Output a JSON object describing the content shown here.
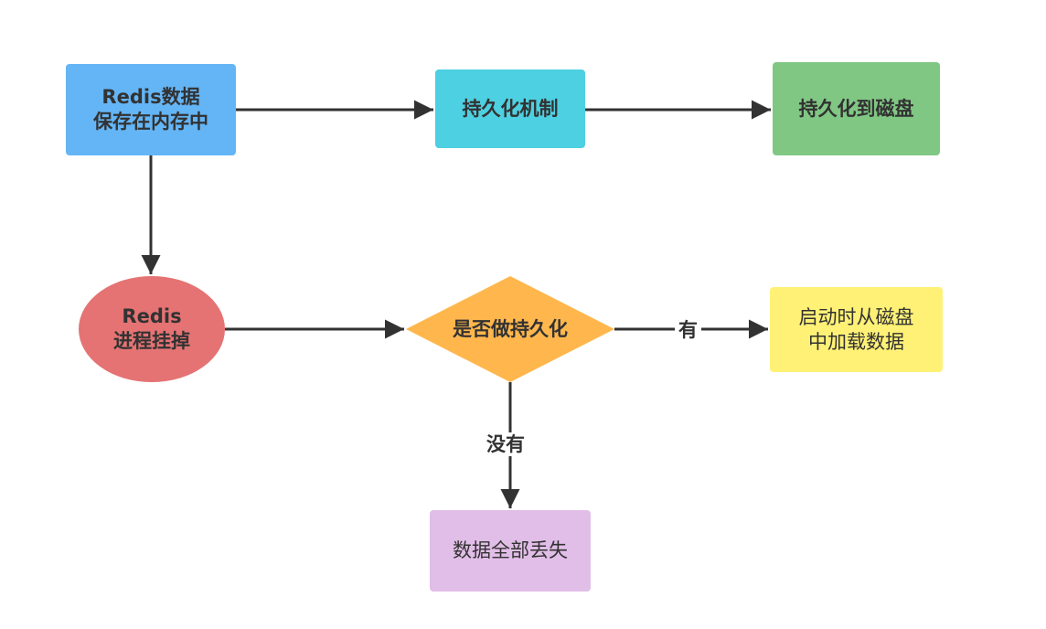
{
  "diagram": {
    "type": "flowchart",
    "nodes": [
      {
        "id": "mem",
        "shape": "rect",
        "text": "Redis数据\n保存在内存中",
        "color": "#64b5f6",
        "bold": true
      },
      {
        "id": "mech",
        "shape": "rect",
        "text": "持久化机制",
        "color": "#4dd0e1",
        "bold": true
      },
      {
        "id": "disk",
        "shape": "rect",
        "text": "持久化到磁盘",
        "color": "#81c784",
        "bold": true
      },
      {
        "id": "crash",
        "shape": "ellipse",
        "text": "Redis\n进程挂掉",
        "color": "#e57373",
        "bold": true
      },
      {
        "id": "decide",
        "shape": "diamond",
        "text": "是否做持久化",
        "color": "#ffb74d",
        "bold": true
      },
      {
        "id": "load",
        "shape": "rect",
        "text": "启动时从磁盘\n中加载数据",
        "color": "#fff176",
        "bold": false
      },
      {
        "id": "lost",
        "shape": "rect",
        "text": "数据全部丢失",
        "color": "#e1bee7",
        "bold": false
      }
    ],
    "edges": [
      {
        "from": "mem",
        "to": "mech",
        "label": ""
      },
      {
        "from": "mech",
        "to": "disk",
        "label": ""
      },
      {
        "from": "mem",
        "to": "crash",
        "label": ""
      },
      {
        "from": "crash",
        "to": "decide",
        "label": ""
      },
      {
        "from": "decide",
        "to": "load",
        "label": "有"
      },
      {
        "from": "decide",
        "to": "lost",
        "label": "没有"
      }
    ],
    "edge_color": "#323232"
  }
}
